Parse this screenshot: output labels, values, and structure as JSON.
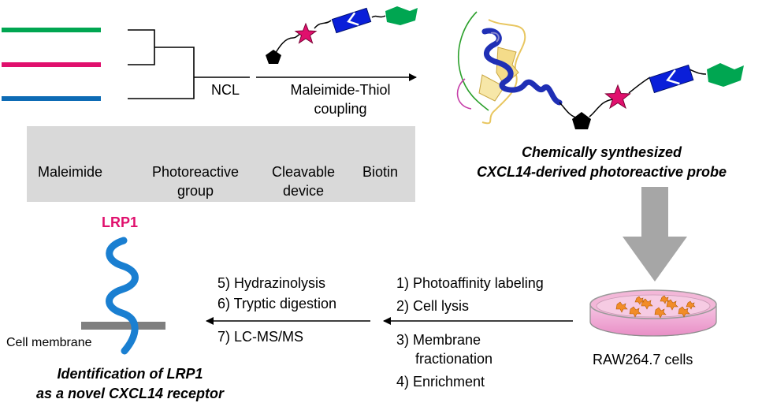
{
  "synthesis": {
    "ncl_label": "NCL",
    "coupling_label_line1": "Maleimide-Thiol",
    "coupling_label_line2": "coupling"
  },
  "legend": {
    "items": [
      {
        "icon": "pentagon-icon",
        "label_line1": "Maleimide",
        "label_line2": ""
      },
      {
        "icon": "star-icon",
        "label_line1": "Photoreactive",
        "label_line2": "group"
      },
      {
        "icon": "cleavable-device-icon",
        "label_line1": "Cleavable",
        "label_line2": "device"
      },
      {
        "icon": "biotin-icon",
        "label_line1": "Biotin",
        "label_line2": ""
      }
    ]
  },
  "probe": {
    "caption_line1": "Chemically synthesized",
    "caption_line2": "CXCL14-derived photoreactive probe"
  },
  "cells": {
    "label": "RAW264.7 cells"
  },
  "steps_right": [
    "1) Photoaffinity labeling",
    "2) Cell lysis",
    "3) Membrane",
    "fractionation",
    "4) Enrichment"
  ],
  "steps_left": [
    "5) Hydrazinolysis",
    "6) Tryptic digestion",
    "7) LC-MS/MS"
  ],
  "receptor": {
    "name": "LRP1",
    "membrane_label": "Cell membrane",
    "caption_line1": "Identification of LRP1",
    "caption_line2": "as a novel CXCL14 receptor"
  },
  "colors": {
    "green": "#00a651",
    "pink": "#e0106d",
    "blue": "#0d6bb5",
    "device_blue": "#0a1fd9",
    "gray_arrow": "#a6a6a6",
    "legend_bg": "#d9d9d9"
  }
}
